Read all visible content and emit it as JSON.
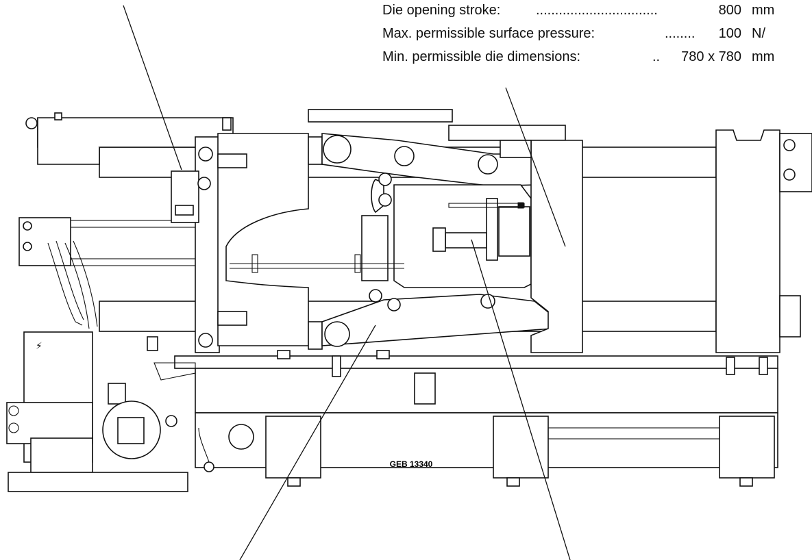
{
  "specs": [
    {
      "label": "Die opening stroke:",
      "dots": "................................",
      "value": "800",
      "unit": "mm"
    },
    {
      "label": "Max. permissible surface pressure:",
      "dots": "........",
      "value": "100",
      "unit": "N/"
    },
    {
      "label": "Min. permissible die dimensions:",
      "dots": "..",
      "value": "780 x 780",
      "unit": "mm"
    }
  ],
  "drawing_code": "GEB 13340",
  "electrical_symbol": "⚡"
}
